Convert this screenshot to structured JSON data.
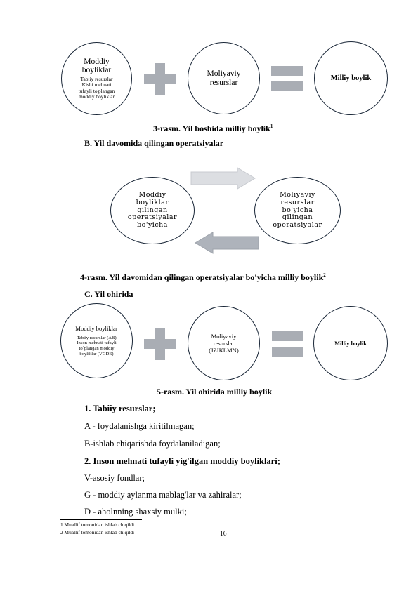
{
  "fig3": {
    "circle1": {
      "title": "Moddiy boyliklar",
      "sub": [
        "Tabiiy resurslar",
        "Kishi mehnati",
        "tufayli to'plangan",
        "moddiy boyliklar"
      ]
    },
    "circle2": {
      "title": "Moliyaviy resurslar"
    },
    "circle3": {
      "title": "Milliy boylik"
    },
    "caption": "3-rasm. Yil boshida milliy boylik",
    "caption_note": "1"
  },
  "section_b": "B. Yil davomida qilingan operatsiyalar",
  "fig4": {
    "left": [
      "Moddiy",
      "boyliklar",
      "qilingan",
      "operatsiyalar",
      "bo'yicha"
    ],
    "right": [
      "Moliyaviy",
      "resurslar",
      "bo'yicha",
      "qilingan",
      "operatsiyalar"
    ],
    "caption": "4-rasm. Yil davomidan qilingan operatsiyalar bo'yicha milliy boylik",
    "caption_note": "2"
  },
  "section_c": "C. Yil ohirida",
  "fig5": {
    "circle1": {
      "title": "Moddiy boyliklar",
      "sub": [
        "Tabiiy resurslar (AB)",
        "Inson mehnati tufayli",
        "to`plangan moddiy",
        "boyliklar (VGDE)"
      ]
    },
    "circle2": {
      "lines": [
        "Moliyaviy",
        "resurslar",
        "(JZIKLMN)"
      ]
    },
    "circle3": {
      "title": "Milliy boylik"
    },
    "caption": "5-rasm. Yil ohirida milliy boylik"
  },
  "list": [
    "1. Tabiiy resurslar;",
    "A - foydalanishga kiritilmagan;",
    "B-ishlab chiqarishda foydalaniladigan;",
    "2. Inson mehnati tufayli yig'ilgan moddiy boyliklari;",
    "V-asosiy fondlar;",
    "G - moddiy aylanma mablag'lar va zahiralar;",
    "D - aholnning shaxsiy mulki;"
  ],
  "footnotes": [
    "1 Muallif tomonidan ishlab chiqildi",
    "2 Muallif tomonidan ishlab chiqildi"
  ],
  "page_number": "16"
}
